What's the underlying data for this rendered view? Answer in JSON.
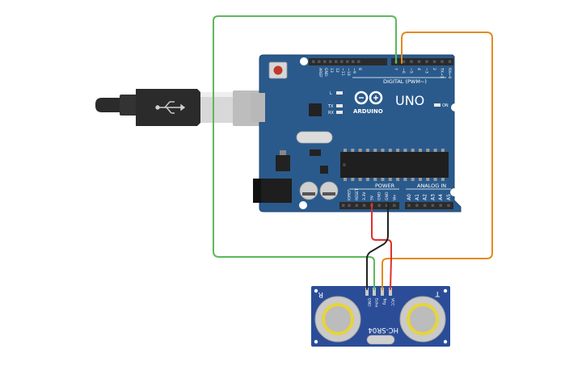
{
  "colors": {
    "board": "#2a5a8c",
    "board_edge": "#1d4670",
    "header": "#2b2b2b",
    "wire_green": "#5cb85c",
    "wire_orange": "#e38a1e",
    "wire_red": "#e0302e",
    "wire_black": "#222222",
    "sensor_board": "#2b4d98",
    "transducer": "#c9c9c9",
    "transducer_ring": "#e7d43a",
    "usb_plug": "#2b2b2b",
    "usb_metal": "#d8d8d8"
  },
  "arduino": {
    "brand": "ARDUINO",
    "model": "UNO",
    "digital_label": "DIGITAL (PWM~)",
    "power_label": "POWER",
    "analog_label": "ANALOG IN",
    "led_l": "L",
    "led_tx": "TX",
    "led_rx": "RX",
    "led_on": "ON",
    "top_left_pins": [
      "AREF",
      "GND",
      "13",
      "12",
      "~11",
      "~10",
      "~9",
      "8"
    ],
    "top_right_pins": [
      "7",
      "~6",
      "~5",
      "4",
      "~3",
      "2",
      "TX→1",
      "RX←0"
    ],
    "power_pins": [
      "IOREF",
      "RESET",
      "3.3V",
      "5V",
      "GND",
      "GND",
      "Vin"
    ],
    "analog_pins": [
      "A0",
      "A1",
      "A2",
      "A3",
      "A4",
      "A5"
    ]
  },
  "sensor": {
    "model": "HC-SR04",
    "left_mark": "R",
    "right_mark": "T",
    "pins": [
      "GND",
      "Echo",
      "Trig",
      "VCC"
    ]
  },
  "connections": [
    {
      "from": "Arduino 7",
      "to": "HC-SR04 Echo",
      "color": "green"
    },
    {
      "from": "Arduino ~6",
      "to": "HC-SR04 Trig",
      "color": "orange"
    },
    {
      "from": "Arduino 5V",
      "to": "HC-SR04 VCC",
      "color": "red"
    },
    {
      "from": "Arduino GND",
      "to": "HC-SR04 GND",
      "color": "black"
    }
  ]
}
